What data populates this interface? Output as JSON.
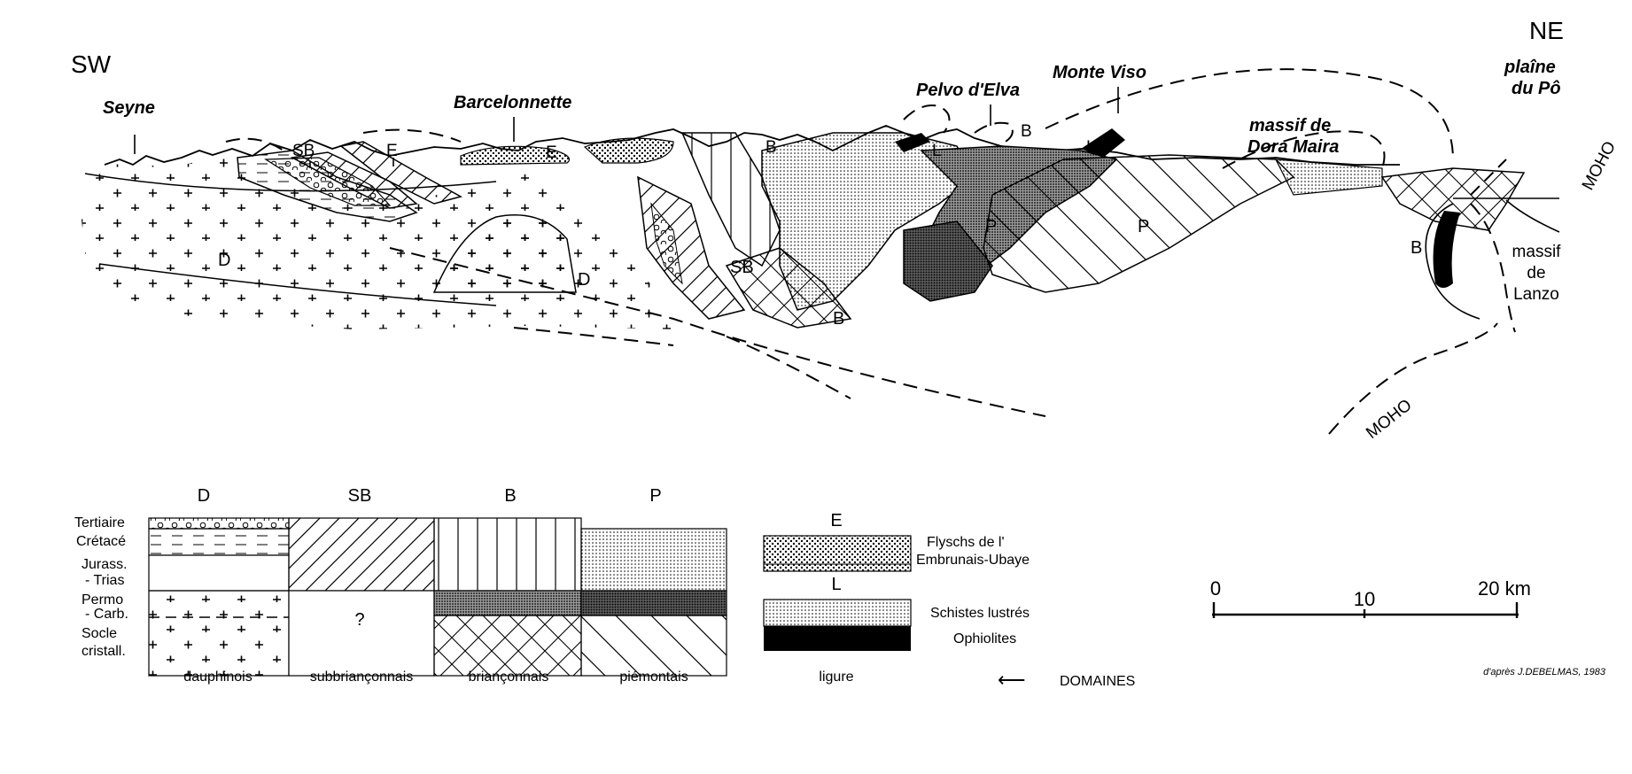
{
  "section": {
    "sw": "SW",
    "ne": "NE",
    "places": {
      "seyne": "Seyne",
      "barcelonnette": "Barcelonnette",
      "pelvo": "Pelvo d'Elva",
      "monte_viso": "Monte Viso",
      "plaine": "plaîne",
      "du_po": "du Pô",
      "dora_1": "massif de",
      "dora_2": "Dora Maira"
    },
    "letters": {
      "sb": "SB",
      "e": "E",
      "d": "D",
      "b": "B",
      "l": "L",
      "p": "P"
    },
    "lanzo": [
      "massif",
      "de",
      "Lanzo"
    ],
    "moho": "MOHO"
  },
  "legend": {
    "domain_letters": [
      "D",
      "SB",
      "B",
      "P"
    ],
    "ages": {
      "tertiaire": "Tertiaire",
      "cretace": "Crétacé",
      "jurass": "Jurass.",
      "trias": "- Trias",
      "permo": "Permo",
      "carb": "- Carb.",
      "socle": "Socle",
      "cristall": "cristall."
    },
    "unknown_mark": "?",
    "domain_names": [
      "dauphinois",
      "subbriançonnais",
      "briançonnais",
      "piémontais"
    ],
    "e_letter": "E",
    "l_letter": "L",
    "flysch_1": "Flyschs de l'",
    "flysch_2": "Embrunais-Ubaye",
    "schistes": "Schistes lustrés",
    "ophiolites": "Ophiolites",
    "ligure": "ligure",
    "arrow": "⟵",
    "domaines": "DOMAINES"
  },
  "scale": {
    "ticks": [
      "0",
      "10",
      "20 km"
    ]
  },
  "credit": "d'après J.DEBELMAS, 1983"
}
